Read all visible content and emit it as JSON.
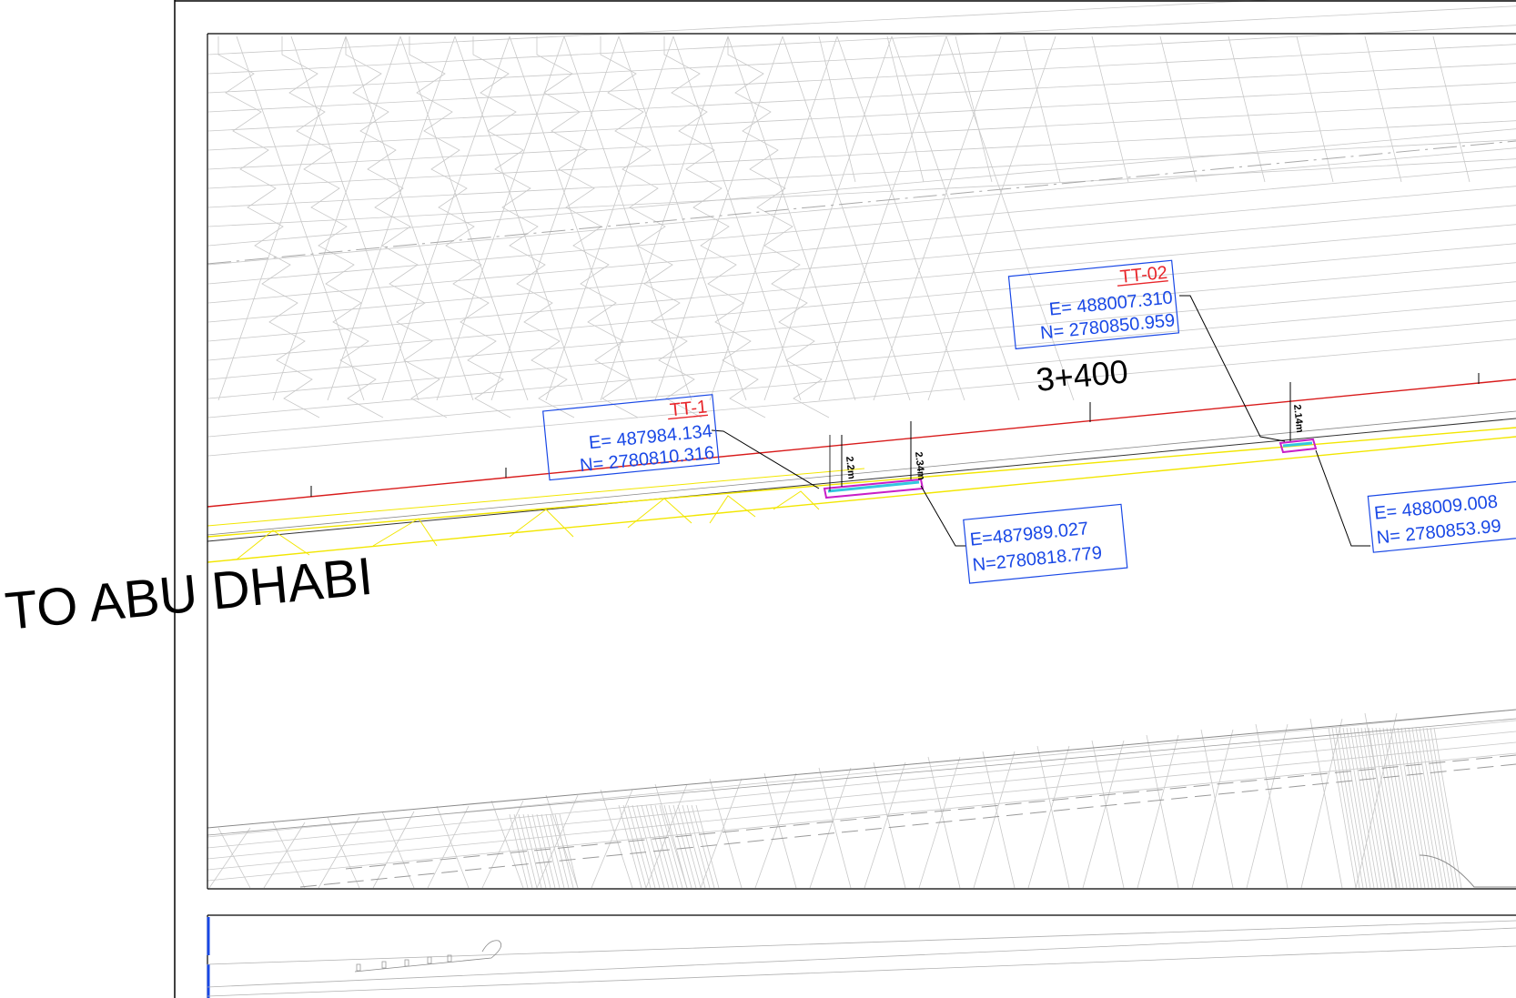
{
  "direction_label": "TO ABU DHABI",
  "chainage": "3+400",
  "points": [
    {
      "id": "TT-1",
      "coords": [
        "E= 487984.134",
        "N= 2780810.316"
      ],
      "end_coords": [
        "E=487989.027",
        "N=2780818.779"
      ],
      "width_labels": [
        "2.2m",
        "2.34m"
      ]
    },
    {
      "id": "TT-02",
      "coords": [
        "E= 488007.310",
        "N= 2780850.959"
      ],
      "end_coords": [
        "E= 488009.008",
        "N= 2780853.99"
      ],
      "width_labels": [
        "2.14m"
      ]
    }
  ],
  "colors": {
    "background": "#ffffff",
    "frame": "#000000",
    "survey_mesh": "#c8c8c8",
    "edge_line_red": "#d81b1b",
    "edge_line_yellow": "#f2e600",
    "label_red": "#e8262b",
    "label_blue": "#1948e6",
    "marker_magenta": "#c81ec8",
    "marker_cyan": "#33c7e0"
  }
}
